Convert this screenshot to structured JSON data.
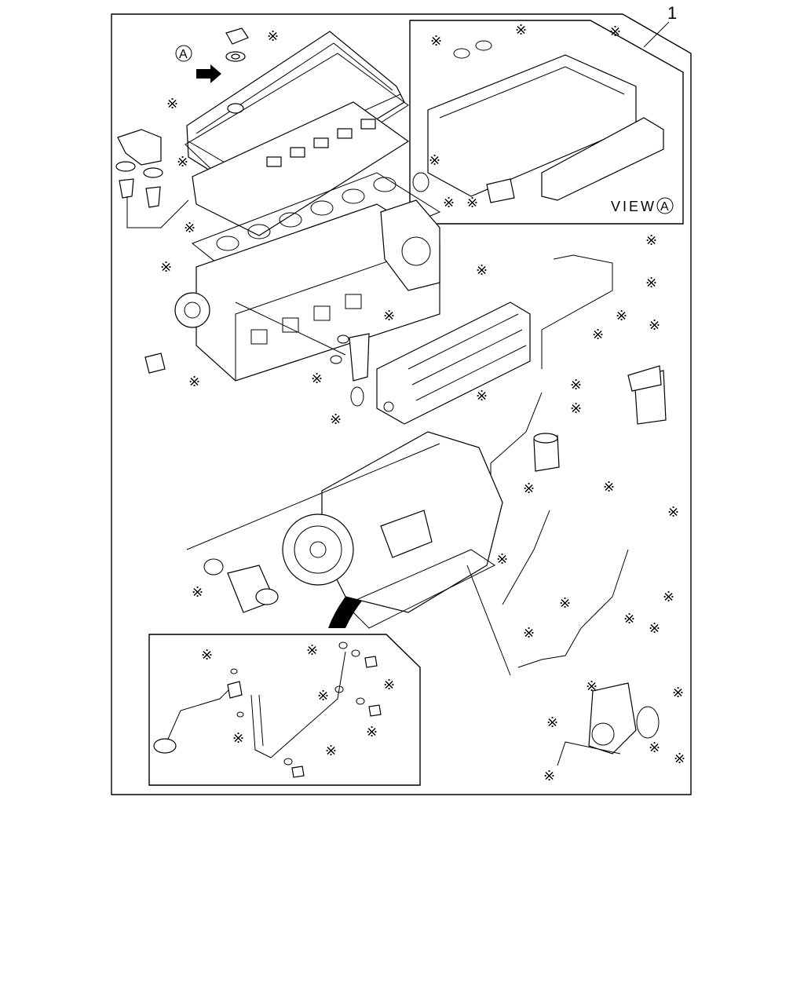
{
  "callout_number": "1",
  "view_marker": "A",
  "view_label": "VIEW",
  "kit_symbol": "※",
  "colors": {
    "line": "#000000",
    "background": "#ffffff"
  }
}
